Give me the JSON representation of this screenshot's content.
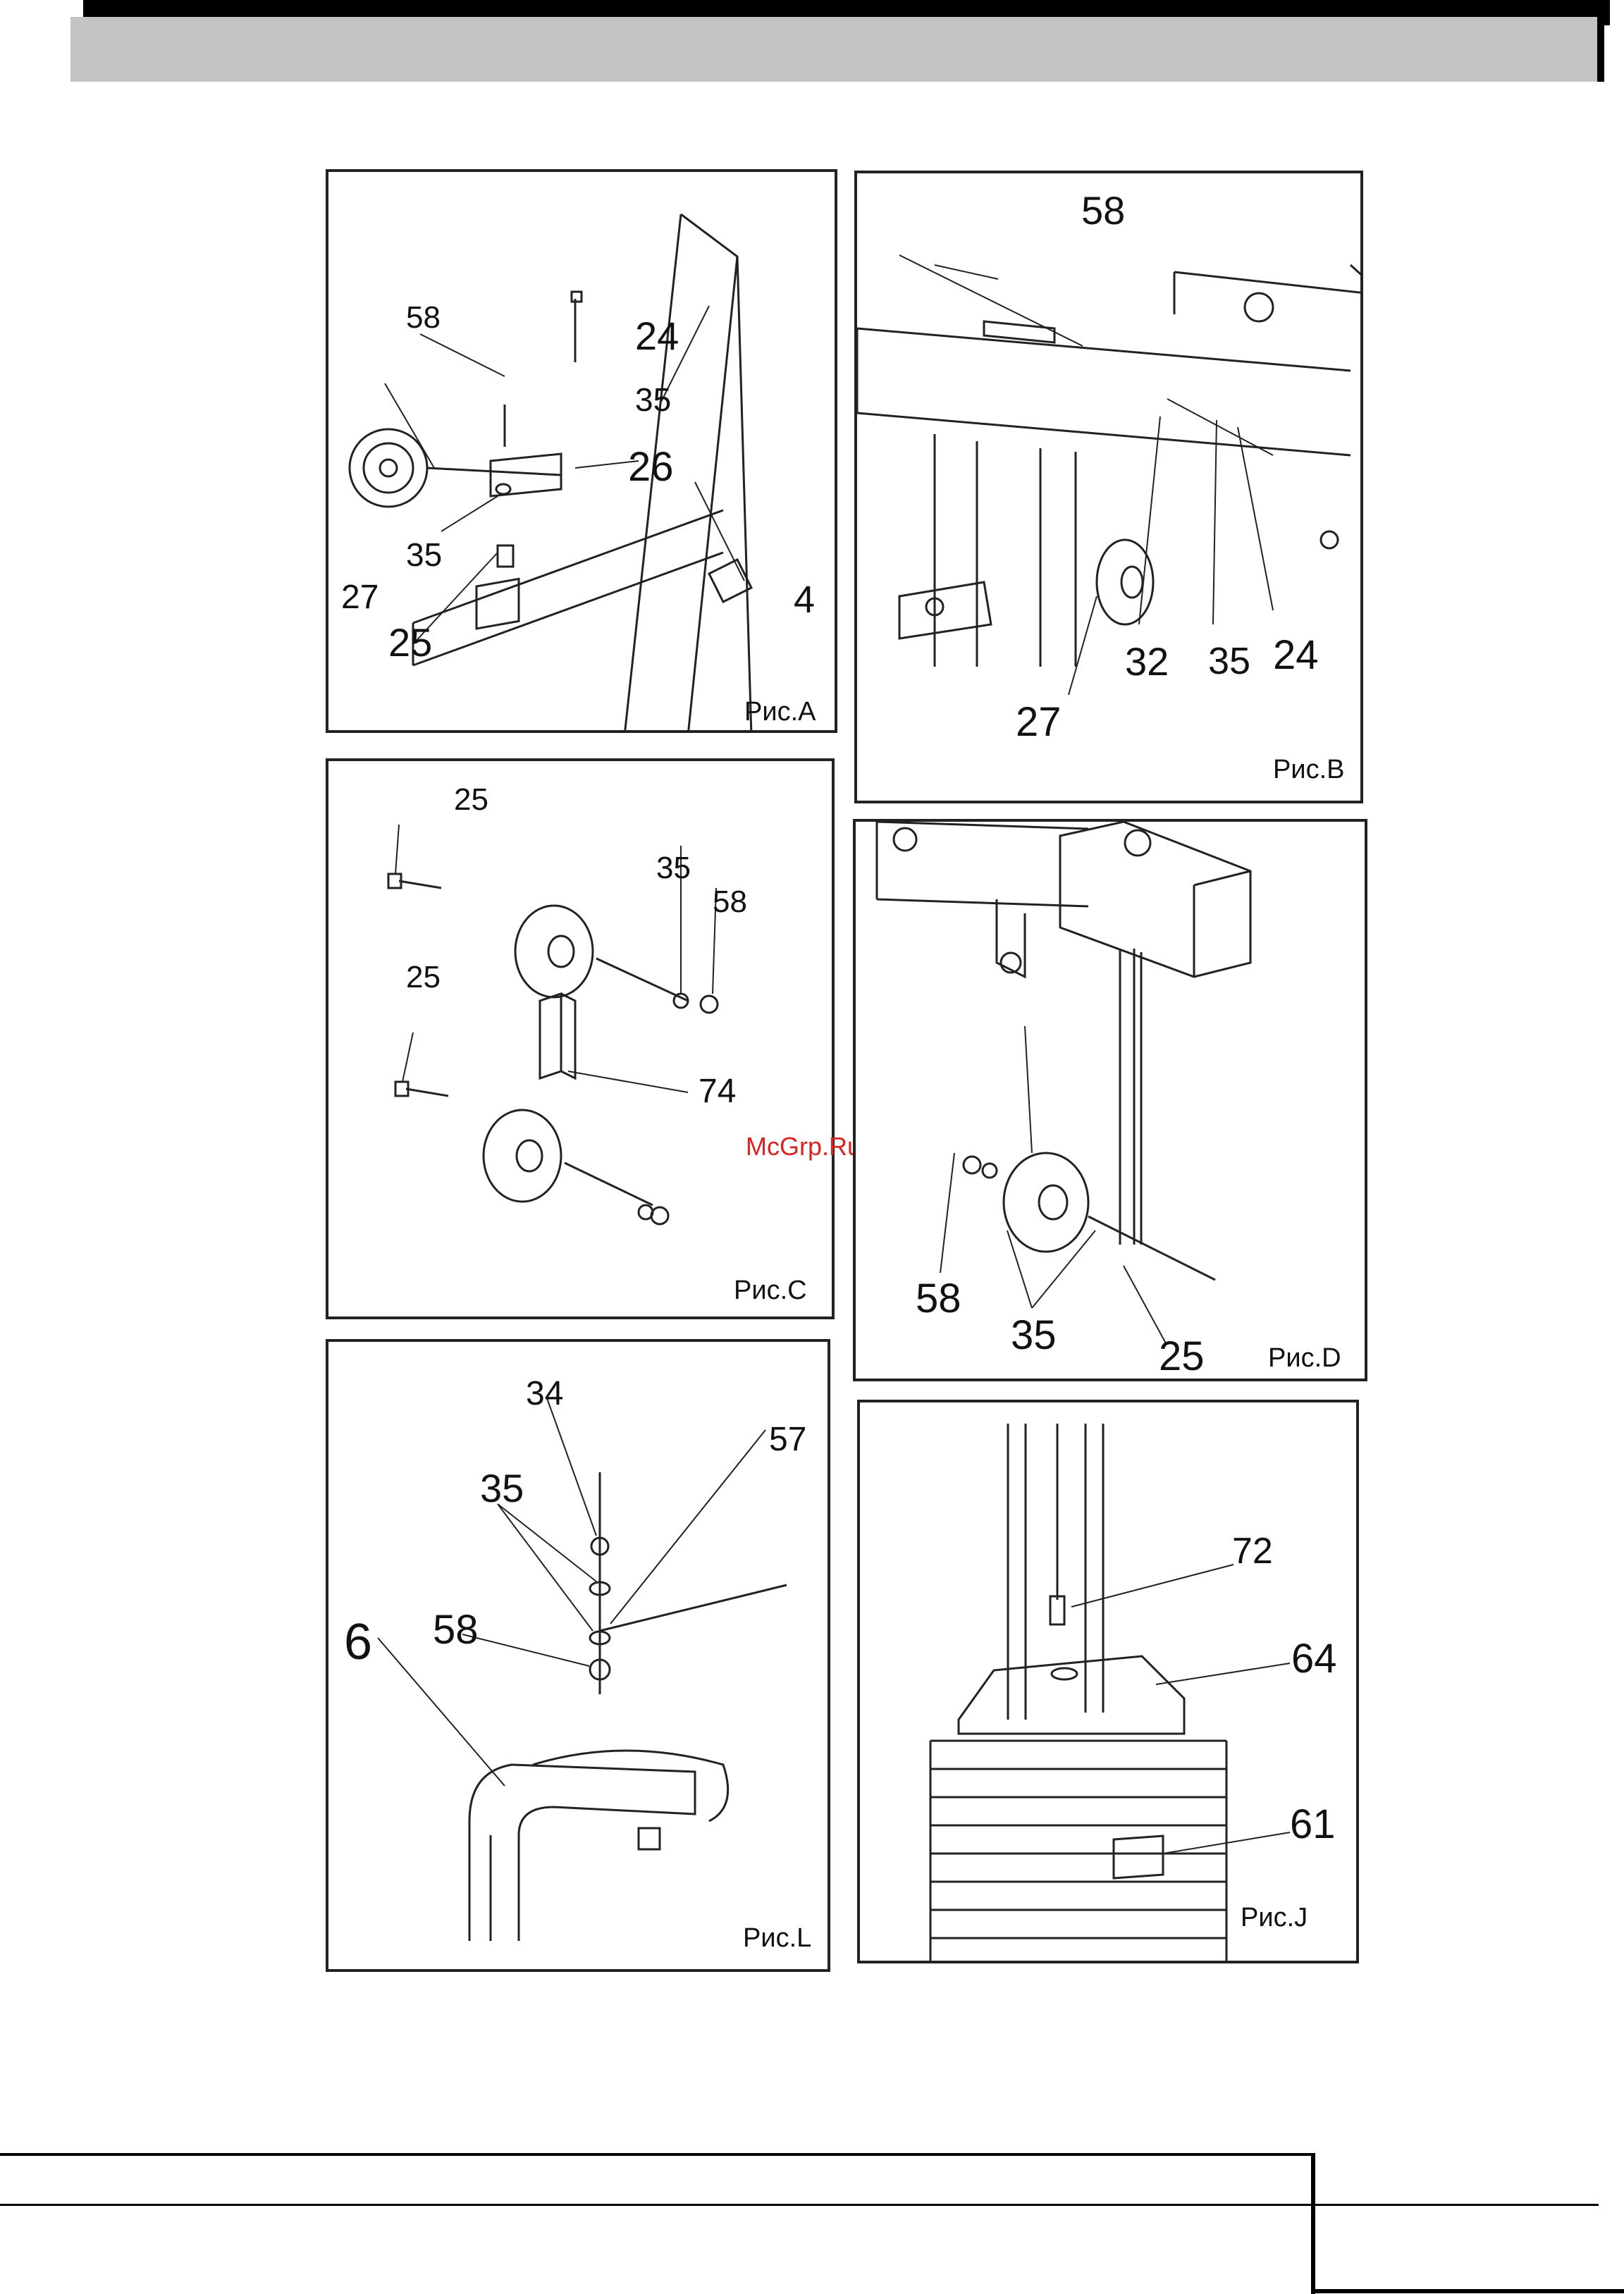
{
  "watermark": "McGrp.Ru",
  "panels": {
    "a": {
      "caption": "Рис.A",
      "labels": [
        "58",
        "24",
        "35",
        "26",
        "27",
        "35",
        "25",
        "4"
      ]
    },
    "b": {
      "caption": "Рис.B",
      "labels": [
        "58",
        "32",
        "35",
        "24",
        "27"
      ]
    },
    "c": {
      "caption": "Рис.C",
      "labels": [
        "25",
        "35",
        "58",
        "25",
        "74"
      ]
    },
    "d": {
      "caption": "Рис.D",
      "labels": [
        "58",
        "35",
        "25"
      ]
    },
    "l": {
      "caption": "Рис.L",
      "labels": [
        "34",
        "57",
        "35",
        "58",
        "6"
      ]
    },
    "j": {
      "caption": "Рис.J",
      "labels": [
        "72",
        "64",
        "61"
      ]
    }
  }
}
